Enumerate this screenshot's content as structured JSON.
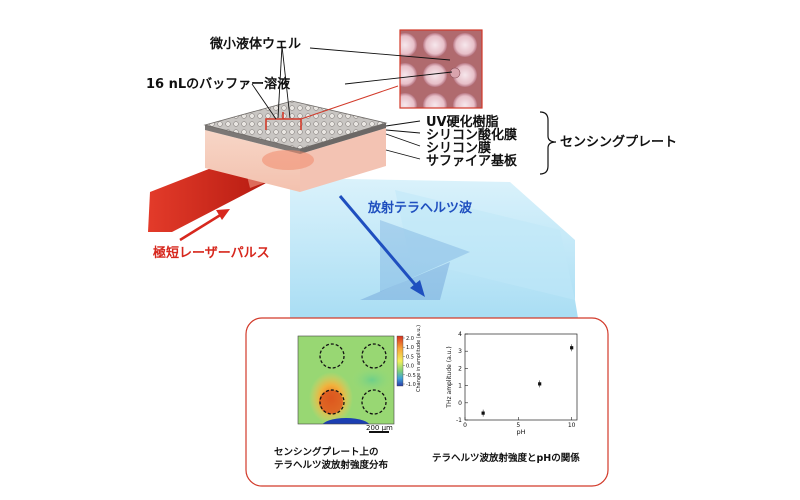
{
  "labels": {
    "micro_well": "微小液体ウェル",
    "buffer": "16 nLのバッファー溶液",
    "layers": [
      "UV硬化樹脂",
      "シリコン酸化膜",
      "シリコン膜",
      "サファイア基板"
    ],
    "sensing_plate": "センシングプレート",
    "terahertz_emission": "放射テラヘルツ波",
    "laser": "極短レーザーパルス",
    "map_caption_line1": "センシングプレート上の",
    "map_caption_line2": "テラヘルツ波放射強度分布",
    "plot_caption": "テラヘルツ波放射強度とpHの関係",
    "scale_bar": "200 μm"
  },
  "colorbar": {
    "ticks": [
      "2.0",
      "1.0",
      "0.5",
      "0.0",
      "-0.5",
      "-1.0"
    ],
    "label": "Change in amplitude (a.u.)"
  },
  "colors": {
    "laser_red": "#cc1b12",
    "terahertz_blue": "#1f4fbf",
    "annotation_red": "#d23a2a",
    "substrate_pink": "#f6cfc0",
    "teraherz_beam": "#9fd8f2"
  },
  "chart_data": {
    "type": "scatter",
    "title": "",
    "xlabel": "pH",
    "ylabel": "THz amplitude (a.u.)",
    "xlim": [
      0,
      10.5
    ],
    "ylim": [
      -1,
      4
    ],
    "xticks": [
      "0",
      "5",
      "10"
    ],
    "yticks": [
      "-1",
      "0",
      "1",
      "2",
      "3",
      "4"
    ],
    "grid": false,
    "points": [
      {
        "x": 1.7,
        "y": -0.6
      },
      {
        "x": 7.0,
        "y": 1.1
      },
      {
        "x": 10.0,
        "y": 3.2
      }
    ]
  }
}
